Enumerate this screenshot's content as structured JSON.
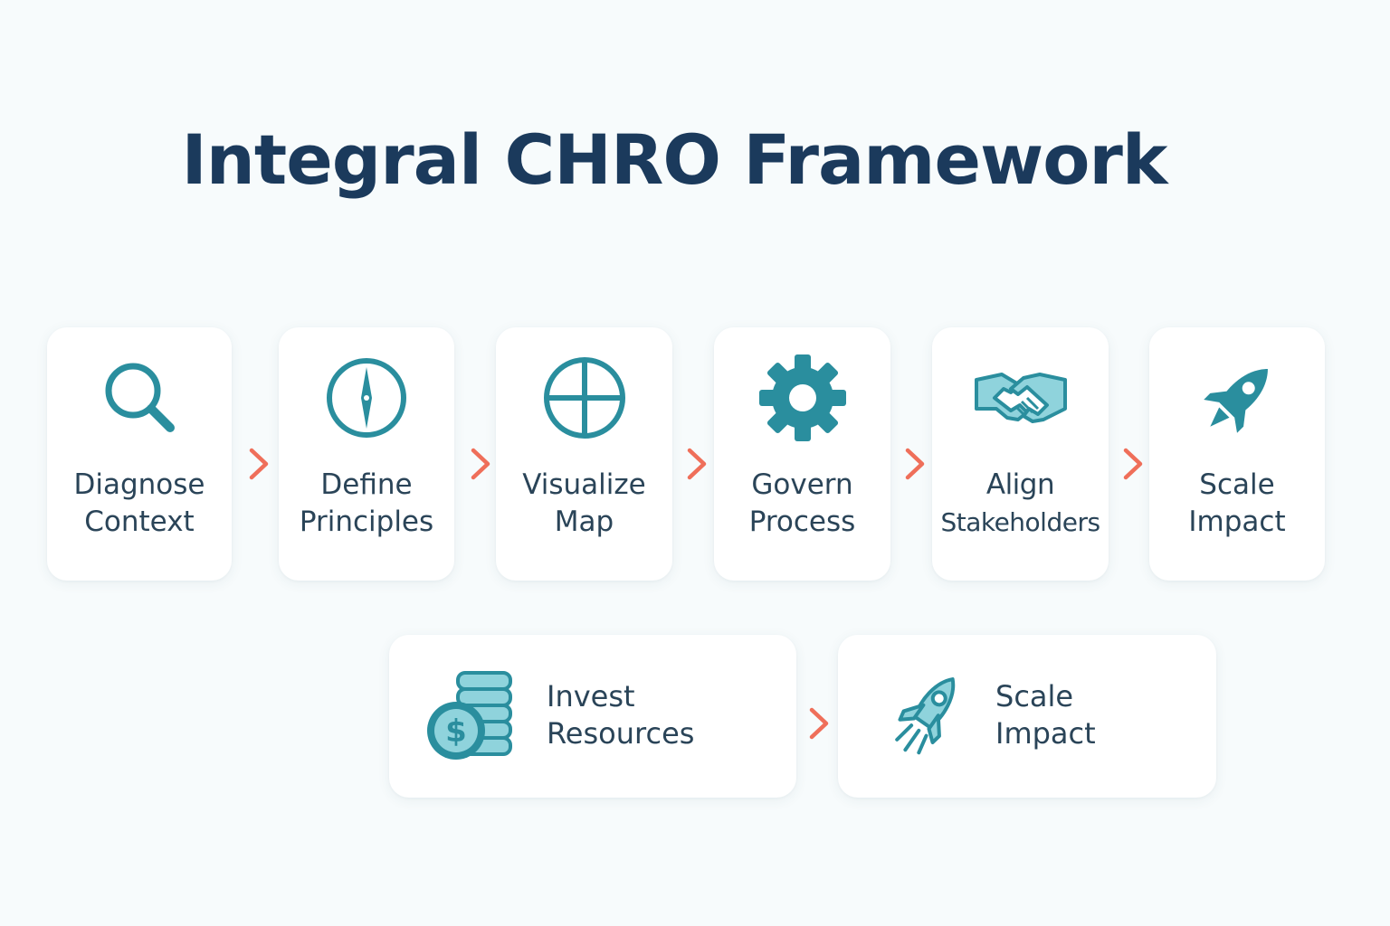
{
  "title": "Integral CHRO Framework",
  "colors": {
    "title": "#1b3a5c",
    "icon": "#2a8e9e",
    "icon_light": "#8fd3dc",
    "arrow": "#ef6f5a",
    "label": "#2a4458",
    "card": "#ffffff",
    "background": "#f7fbfc"
  },
  "steps": [
    {
      "icon": "magnifier-icon",
      "line1": "Diagnose",
      "line2": "Context"
    },
    {
      "icon": "compass-icon",
      "line1": "Define",
      "line2": "Principles"
    },
    {
      "icon": "globe-grid-icon",
      "line1": "Visualize",
      "line2": "Map"
    },
    {
      "icon": "gear-icon",
      "line1": "Govern",
      "line2": "Process"
    },
    {
      "icon": "handshake-icon",
      "line1": "Align",
      "line2": "Stakeholders"
    },
    {
      "icon": "rocket-icon",
      "line1": "Scale",
      "line2": "Impact"
    }
  ],
  "bottom_steps": [
    {
      "icon": "coins-dollar-icon",
      "line1": "Invest",
      "line2": "Resources"
    },
    {
      "icon": "rocket-launch-icon",
      "line1": "Scale",
      "line2": "Impact"
    }
  ],
  "arrow_icon": "chevron-right-icon"
}
